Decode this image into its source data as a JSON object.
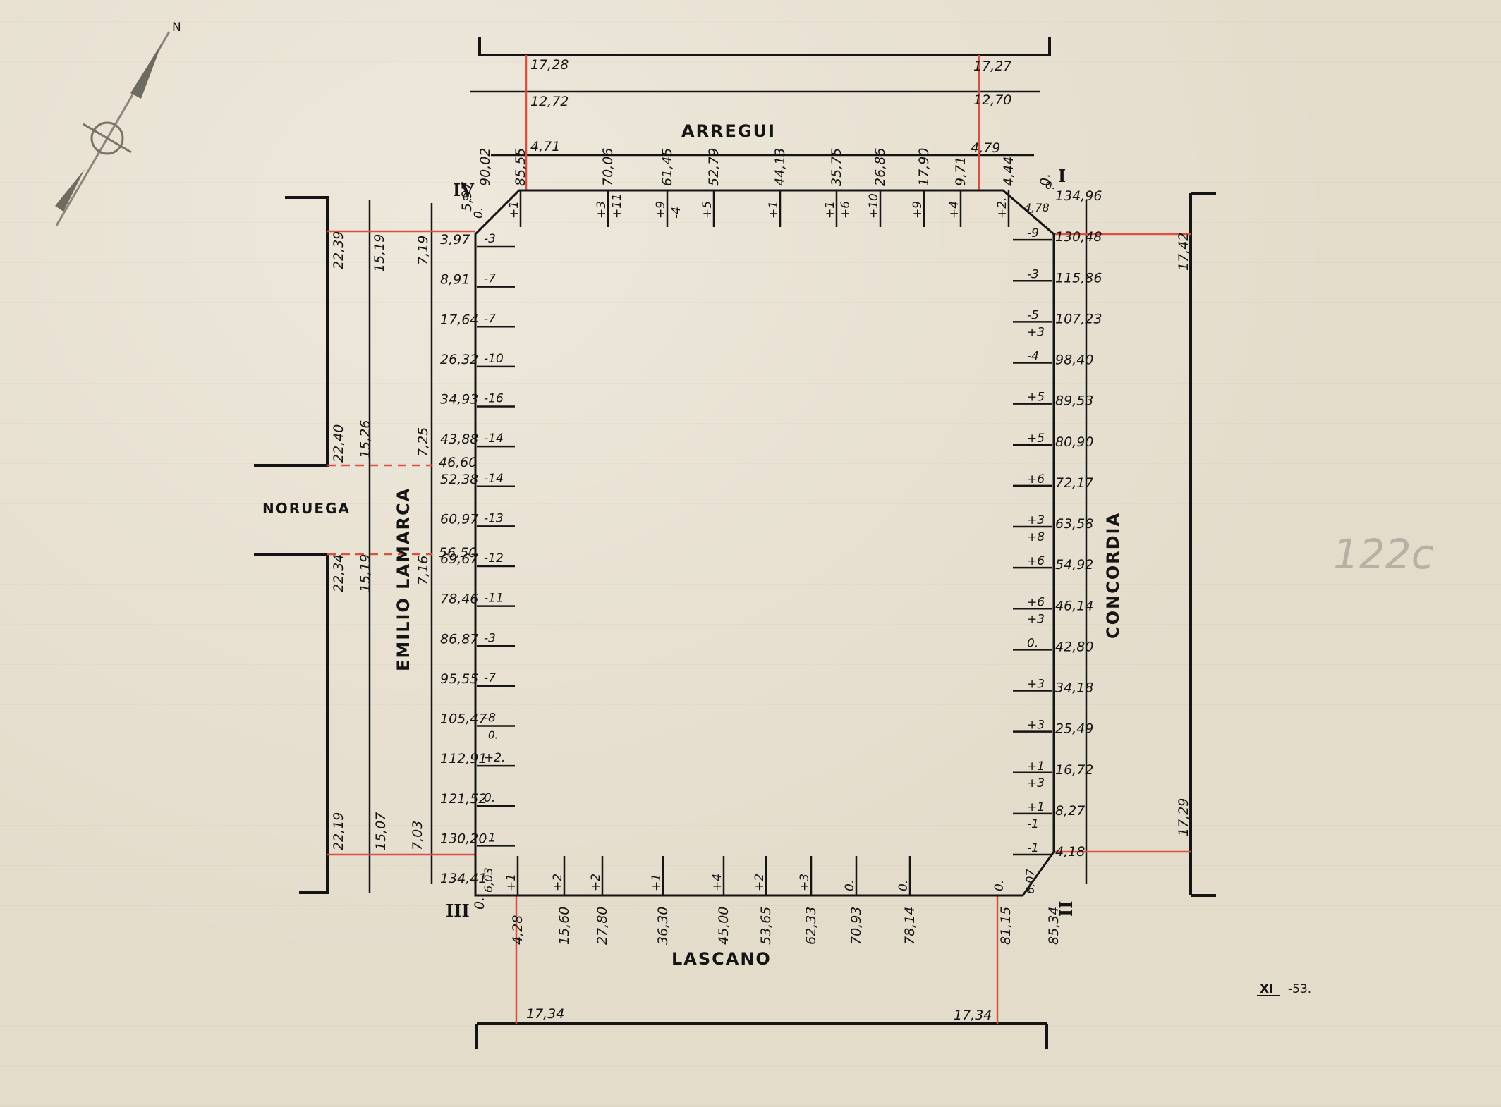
{
  "streets": {
    "top": "ARREGUI",
    "bottom": "LASCANO",
    "left": "EMILIO LAMARCA",
    "right": "CONCORDIA",
    "side": "NORUEGA"
  },
  "corners": {
    "I": "I",
    "II": "II",
    "III": "III",
    "IV": "IV"
  },
  "arregui_levels": [
    {
      "left": "17,28",
      "right": "17,27"
    },
    {
      "left": "12,72",
      "right": "12,70"
    },
    {
      "left": "4,71",
      "right": "4,79"
    }
  ],
  "lascano_levels": [
    {
      "left": "17,34",
      "right": "17,34"
    }
  ],
  "concordia_levels": [
    {
      "top": "17,42",
      "bottom": "17,29"
    }
  ],
  "lamarca_levels_top": [
    "22,39",
    "15,19",
    "7,19"
  ],
  "lamarca_levels_mid_upper": [
    "22,40",
    "15,26",
    "7,25"
  ],
  "lamarca_levels_mid_lower": [
    "22,34",
    "15,19",
    "7,16"
  ],
  "lamarca_levels_bottom": [
    "22,19",
    "15,07",
    "7,03"
  ],
  "noruega_dashes": [
    "46,60",
    "56,50"
  ],
  "top_side": [
    {
      "dist": "90,02",
      "offset": "0."
    },
    {
      "dist": "85,55",
      "offset": "+1"
    },
    {
      "dist": "70,06",
      "offset": "+3",
      "offset2": "+11"
    },
    {
      "dist": "61,45",
      "offset": "+9",
      "offset2": "-4"
    },
    {
      "dist": "52,79",
      "offset": "+5"
    },
    {
      "dist": "44,13",
      "offset": "+1"
    },
    {
      "dist": "35,75",
      "offset": "+1",
      "offset2": "+6"
    },
    {
      "dist": "26,86",
      "offset": "+10"
    },
    {
      "dist": "17,90",
      "offset": "+9"
    },
    {
      "dist": "9,71",
      "offset": "+4"
    },
    {
      "dist": "4,44",
      "offset": "+2."
    },
    {
      "dist": "0.",
      "offset": ""
    }
  ],
  "left_side": [
    {
      "dist": "3,97",
      "offset": "-3"
    },
    {
      "dist": "8,91",
      "offset": "-7"
    },
    {
      "dist": "17,64",
      "offset": "-7"
    },
    {
      "dist": "26,32",
      "offset": "-10"
    },
    {
      "dist": "34,93",
      "offset": "-16"
    },
    {
      "dist": "43,88",
      "offset": "-14"
    },
    {
      "dist": "52,38",
      "offset": "-14"
    },
    {
      "dist": "60,97",
      "offset": "-13"
    },
    {
      "dist": "69,67",
      "offset": "-12"
    },
    {
      "dist": "78,46",
      "offset": "-11"
    },
    {
      "dist": "86,87",
      "offset": "-3"
    },
    {
      "dist": "95,55",
      "offset": "-7"
    },
    {
      "dist": "105,47",
      "offset": "-8",
      "offset2": "0."
    },
    {
      "dist": "112,91",
      "offset": "+2."
    },
    {
      "dist": "121,52",
      "offset": "0."
    },
    {
      "dist": "130,20",
      "offset": "-1"
    },
    {
      "dist": "134,41",
      "offset": ""
    }
  ],
  "right_side": [
    {
      "dist": "134,96",
      "offset": ""
    },
    {
      "dist": "130,48",
      "offset": "-9"
    },
    {
      "dist": "115,86",
      "offset": "-3"
    },
    {
      "dist": "107,23",
      "offset": "-5",
      "offset2": "+3"
    },
    {
      "dist": "98,40",
      "offset": "-4"
    },
    {
      "dist": "89,53",
      "offset": "+5"
    },
    {
      "dist": "80,90",
      "offset": "+5"
    },
    {
      "dist": "72,17",
      "offset": "+6"
    },
    {
      "dist": "63,58",
      "offset": "+3",
      "offset2": "+8"
    },
    {
      "dist": "54,92",
      "offset": "+6"
    },
    {
      "dist": "46,14",
      "offset": "+6",
      "offset2": "+3"
    },
    {
      "dist": "42,80",
      "offset": "0."
    },
    {
      "dist": "34,18",
      "offset": "+3"
    },
    {
      "dist": "25,49",
      "offset": "+3"
    },
    {
      "dist": "16,72",
      "offset": "+1",
      "offset2": "+3"
    },
    {
      "dist": "8,27",
      "offset": "+1",
      "offset2": "-1"
    },
    {
      "dist": "4,18",
      "offset": "-1"
    }
  ],
  "bottom_side": [
    {
      "dist": "4,28",
      "offset": "+1"
    },
    {
      "dist": "15,60",
      "offset": "+2"
    },
    {
      "dist": "27,80",
      "offset": "+2"
    },
    {
      "dist": "36,30",
      "offset": "+1"
    },
    {
      "dist": "45,00",
      "offset": "+4"
    },
    {
      "dist": "53,65",
      "offset": "+2"
    },
    {
      "dist": "62,33",
      "offset": "+3"
    },
    {
      "dist": "70,93",
      "offset": "0."
    },
    {
      "dist": "78,14",
      "offset": "0."
    },
    {
      "dist": "81,15",
      "offset": "0."
    },
    {
      "dist": "85,34",
      "offset": ""
    }
  ],
  "chamfers": {
    "IV": "5,97",
    "I": "4,78",
    "III": "6,03",
    "II": "6,07",
    "III_zero": "0.",
    "IV_zero": "0.",
    "I_zero": "0."
  },
  "annotation": {
    "sheet": "122c",
    "date_roman": "XI",
    "date_year": "-53."
  },
  "compass": {
    "north": "N"
  }
}
